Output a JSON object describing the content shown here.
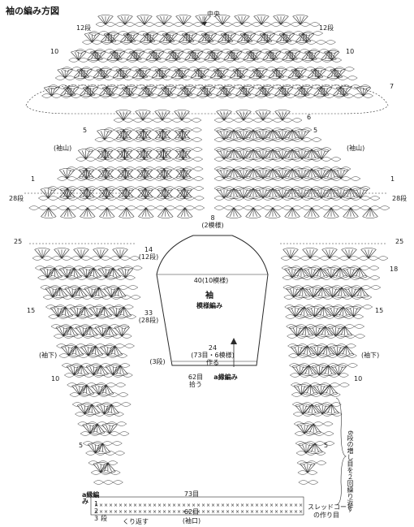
{
  "title": "袖の編み方図",
  "labels": {
    "center": "中央",
    "row12_left": "12段",
    "row12_right": "12段",
    "row10_left": "10",
    "row10_right": "10",
    "row7": "7",
    "row6": "6",
    "row5_l_upper": "5",
    "row5_r_upper": "5",
    "sodeyama_left": "(袖山)",
    "sodeyama_right": "(袖山)",
    "row1_left": "1",
    "row1_right": "1",
    "row28_left": "28段",
    "row28_right": "28段",
    "row25_left": "25",
    "row25_right": "25",
    "row18": "18",
    "row15_left": "15",
    "row15_right": "15",
    "sodeshita_left": "(袖下)",
    "sodeshita_right": "(袖下)",
    "row10_l_lower": "10",
    "row10_r_lower": "10",
    "row5_l_lower": "5",
    "row5_r_lower": "5",
    "side_note": "6段の増し目を２回繰り返す",
    "stitches73": "73目",
    "stitches62": "62目",
    "cuff": "(袖口)",
    "thread_cord1": "スレッドコード",
    "thread_cord2": "の作り目",
    "edge_label": "a縁編み",
    "edge_row1": "1",
    "edge_row2": "2",
    "edge_row3": "3",
    "edge_unit": "段",
    "repeat": "くり返す"
  },
  "schematic": {
    "top_value": "8",
    "top_sub": "(2模様)",
    "cap_value": "14",
    "cap_sub": "(12段)",
    "width_value": "40(10模様)",
    "name": "袖",
    "pattern": "模様編み",
    "height_value": "33",
    "height_sub": "(28段)",
    "edge_rows": "(3段)",
    "bottom_value": "24",
    "bottom_sub": "(73目・6模様)",
    "make": "作る",
    "pick_value": "62目",
    "pick_sub": "拾う",
    "edge_name": "a縁編み"
  },
  "colors": {
    "ink": "#1a1a1a",
    "line": "#2a2a2a"
  }
}
